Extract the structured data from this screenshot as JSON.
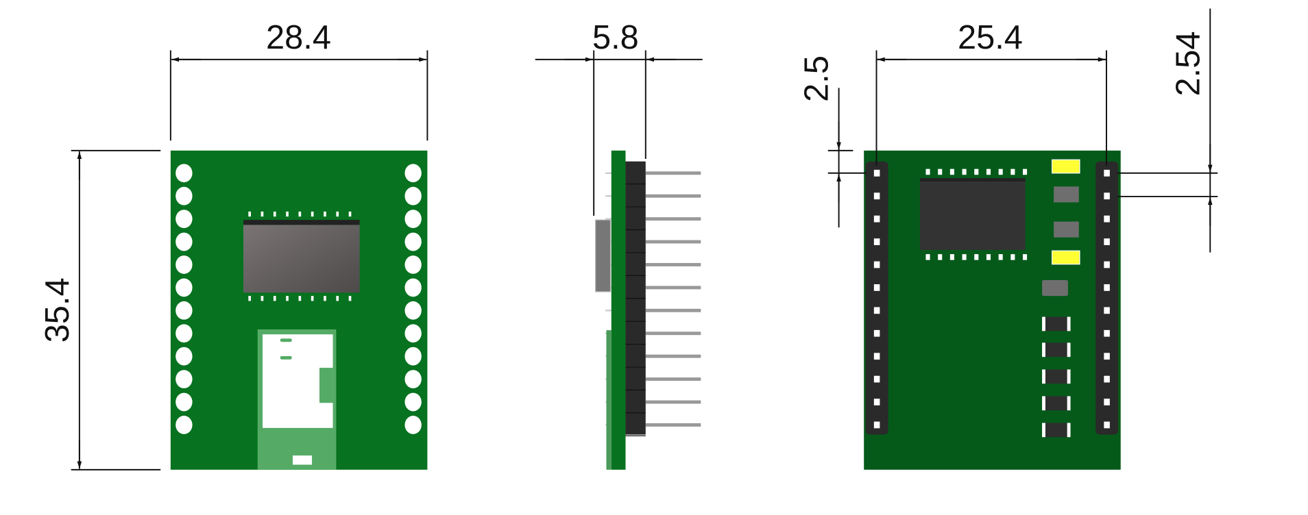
{
  "dimensions": {
    "front_width": "28.4",
    "height": "35.4",
    "side_thickness": "5.8",
    "pin_row_spacing": "25.4",
    "edge_to_pin": "2.5",
    "pin_pitch": "2.54"
  },
  "colors": {
    "pcb_front": "#07721f",
    "pcb_back": "#055a1a",
    "header": "#2a2a2a",
    "led": "#ffff33",
    "chip": "#333333"
  },
  "pins_per_row": 12
}
